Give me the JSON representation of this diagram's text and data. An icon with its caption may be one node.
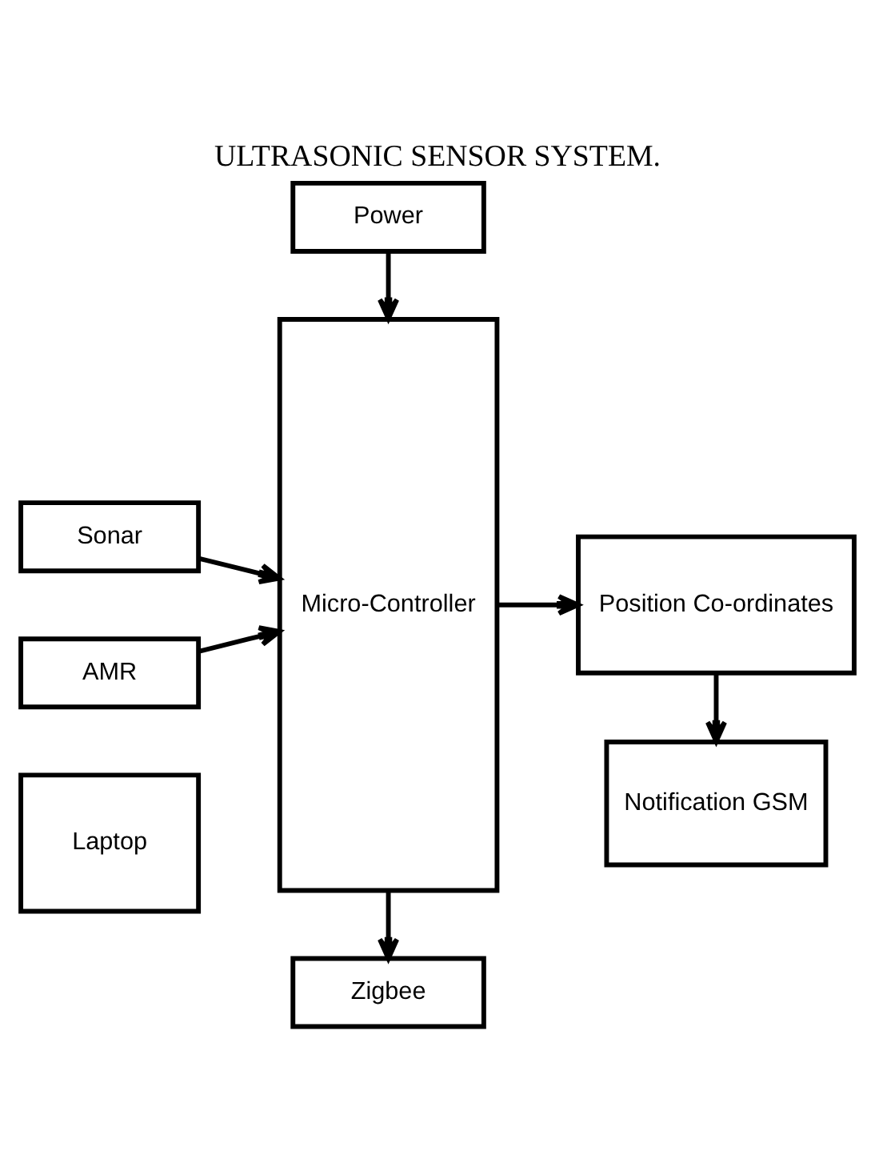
{
  "diagram": {
    "title": "ULTRASONIC SENSOR SYSTEM.",
    "nodes": [
      {
        "text": [
          "Power"
        ]
      },
      {
        "text": [
          "Notification GSM"
        ]
      },
      {
        "text": [
          "Sonar"
        ]
      },
      {
        "text": [
          "Micro-Controller"
        ]
      },
      {
        "text": [
          "Position Co-ordinates"
        ]
      },
      {
        "text": [
          "AMR"
        ]
      },
      {
        "text": [
          "Laptop"
        ]
      },
      {
        "text": [
          "Zigbee"
        ]
      }
    ],
    "edges": [
      {
        "from": 0,
        "to": 3,
        "arrow": "to"
      },
      {
        "from": 2,
        "to": 3,
        "arrow": "to"
      },
      {
        "from": 5,
        "to": 3,
        "arrow": "to"
      },
      {
        "from": 3,
        "to": 4,
        "arrow": "to"
      },
      {
        "from": 4,
        "to": 1,
        "arrow": "to"
      },
      {
        "from": 3,
        "to": 7,
        "arrow": "to"
      }
    ]
  }
}
